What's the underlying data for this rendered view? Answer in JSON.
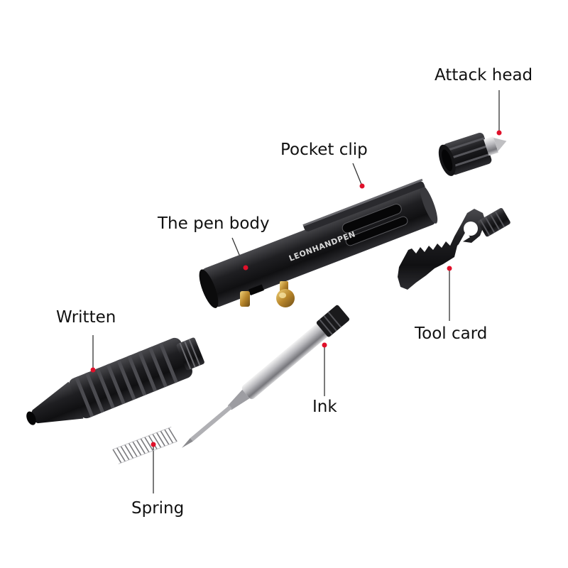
{
  "image": {
    "subject": "exploded view of a tactical pen with labeled parts",
    "background_color": "#ffffff",
    "accent_color": "#e0102a",
    "metal_color": "#1c1c1e",
    "brass_color": "#c9a24a"
  },
  "brand_mark": "LEONHANDPEN",
  "labels": {
    "attack_head": "Attack head",
    "pocket_clip": "Pocket clip",
    "pen_body": "The pen body",
    "written": "Written",
    "tool_card": "Tool card",
    "ink": "Ink",
    "spring": "Spring"
  }
}
